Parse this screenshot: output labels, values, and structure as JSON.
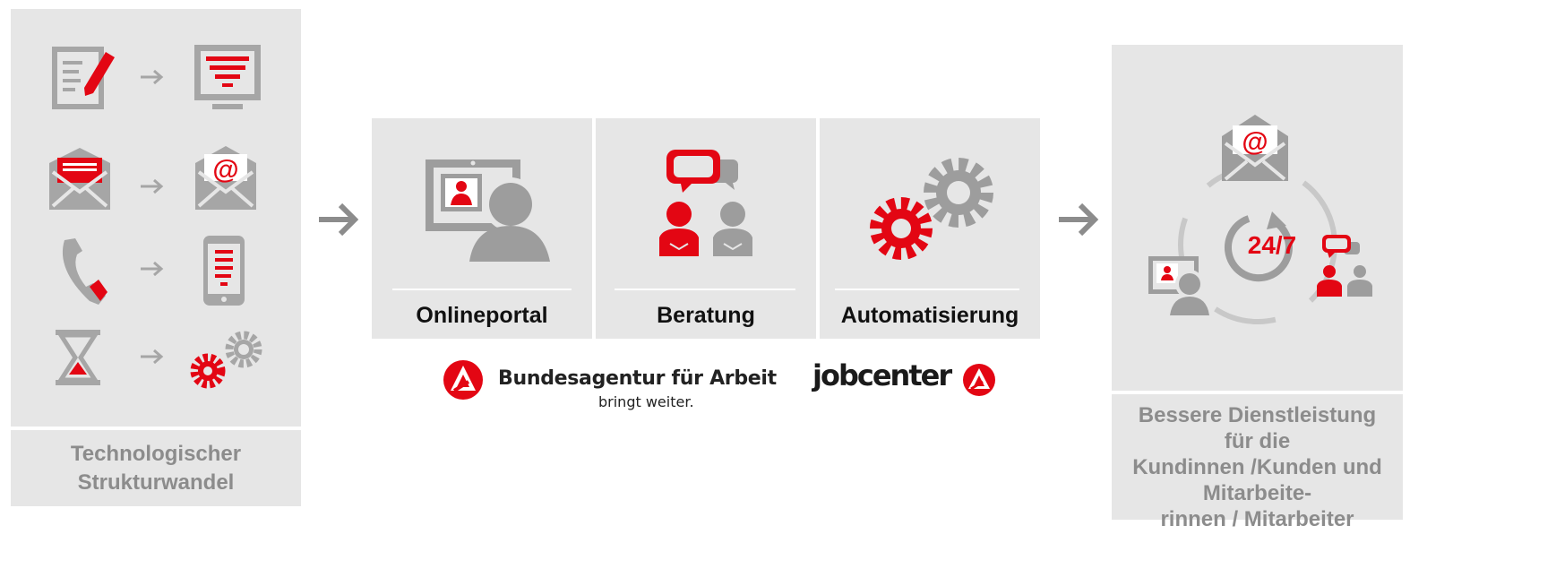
{
  "left_panel": {
    "caption_line1": "Technologischer",
    "caption_line2": "Strukturwandel",
    "rows": [
      {
        "from": "paper-form-icon",
        "to": "monitor-icon"
      },
      {
        "from": "letter-envelope-icon",
        "to": "email-envelope-icon"
      },
      {
        "from": "telephone-handset-icon",
        "to": "smartphone-icon"
      },
      {
        "from": "hourglass-icon",
        "to": "gears-icon"
      }
    ]
  },
  "middle": {
    "cards": [
      {
        "label": "Onlineportal",
        "icon": "online-portal-icon"
      },
      {
        "label": "Beratung",
        "icon": "consultation-icon"
      },
      {
        "label": "Automatisierung",
        "icon": "gears-icon"
      }
    ],
    "logo_ba": {
      "name": "Bundesagentur für Arbeit",
      "tagline": "bringt weiter."
    },
    "logo_jc": {
      "name": "jobcenter"
    }
  },
  "right_panel": {
    "center_label": "24/7",
    "caption_lines": [
      "Bessere Dienstleistung",
      "für die",
      "Kundinnen /Kunden und",
      "Mitarbeite-",
      "rinnen / Mitarbeiter"
    ]
  },
  "colors": {
    "red": "#e30613",
    "gray": "#9d9d9d",
    "panel": "#e6e6e6"
  }
}
